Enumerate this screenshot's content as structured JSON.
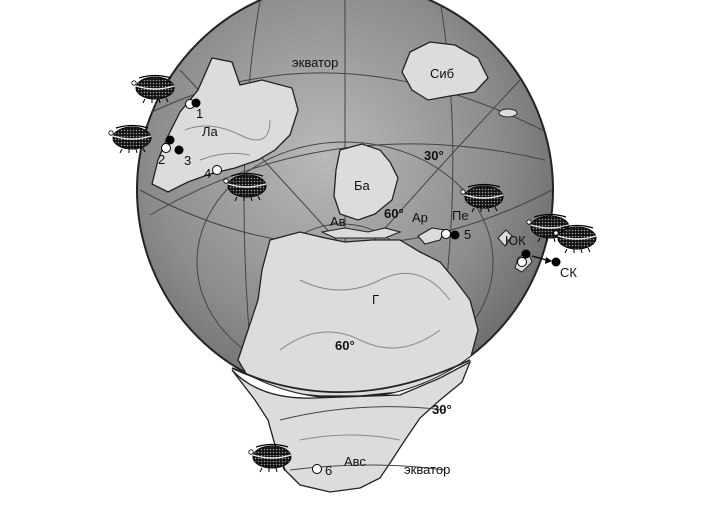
{
  "globe": {
    "equator_label": "экватор",
    "lat30_label": "30°",
    "lat60_right_label": "60°",
    "lat60_bottom_label": "60°"
  },
  "continents": {
    "laurentia": "Ла",
    "siberia": "Сиб",
    "baltica": "Ба",
    "avalonia": "Ав",
    "armorica": "Ар",
    "perunica": "Пе",
    "gondwana": "Г",
    "south_china": "ЮК",
    "north_china": "СК",
    "australia": "Авс"
  },
  "gondwana_projection": {
    "lat30_label": "30°",
    "equator_label": "экватор"
  },
  "sites": [
    {
      "number": "1"
    },
    {
      "number": "2"
    },
    {
      "number": "3"
    },
    {
      "number": "4"
    },
    {
      "number": "5"
    },
    {
      "number": "6"
    }
  ],
  "colors": {
    "ocean": "#8f8f8f",
    "land": "#dcdcdc",
    "grid": "#444444",
    "outline": "#222222",
    "open_marker": "#ffffff",
    "filled_marker": "#000000"
  },
  "icons": [
    "fossil-organism-icon"
  ]
}
